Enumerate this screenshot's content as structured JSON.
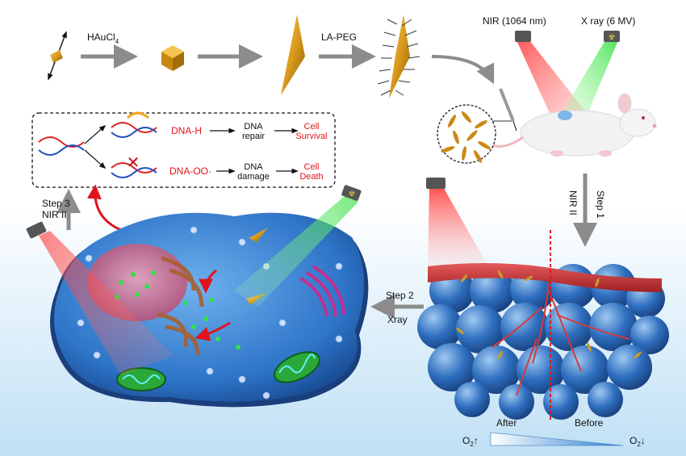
{
  "synthesis": {
    "reagent1": "HAuCl",
    "reagent1_sub": "4",
    "reagent2": "LA-PEG"
  },
  "beams": {
    "nir": "NIR (1064 nm)",
    "xray": "X ray (6 MV)"
  },
  "mechanism": {
    "top_product": "DNA-H",
    "top_step1": "DNA",
    "top_step2": "repair",
    "top_outcome1": "Cell",
    "top_outcome2": "Survival",
    "bottom_product": "DNA-OO·",
    "bottom_step1": "DNA",
    "bottom_step2": "damage",
    "bottom_outcome1": "Cell",
    "bottom_outcome2": "Death"
  },
  "steps": {
    "step1_a": "Step 1",
    "step1_b": "NIR II",
    "step2_a": "Step 2",
    "step2_b": "Xray",
    "step3_a": "Step 3",
    "step3_b": "NIR II"
  },
  "oxygen": {
    "after": "After",
    "before": "Before",
    "o2": "O",
    "o2_sub": "2",
    "up": "↑",
    "down": "↓"
  },
  "colors": {
    "accent_red": "#e0141a",
    "gold": "#d99a1c",
    "cell_blue": "#2e74c8",
    "arrow_gray": "#8c8c8c"
  }
}
